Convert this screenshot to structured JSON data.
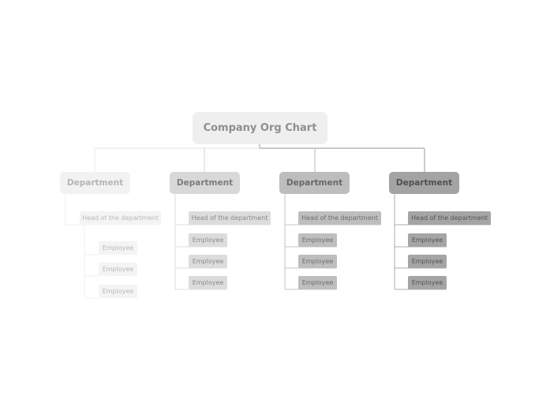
{
  "root": {
    "label": "Company Org Chart"
  },
  "departments": [
    {
      "label": "Department",
      "head": "Head of the department",
      "employees": [
        "Employee",
        "Employee",
        "Employee"
      ]
    },
    {
      "label": "Department",
      "head": "Head of the department",
      "employees": [
        "Employee",
        "Employee",
        "Employee"
      ]
    },
    {
      "label": "Department",
      "head": "Head of the department",
      "employees": [
        "Employee",
        "Employee",
        "Employee"
      ]
    },
    {
      "label": "Department",
      "head": "Head of the department",
      "employees": [
        "Employee",
        "Employee",
        "Employee"
      ]
    }
  ],
  "colors": {
    "root_bg": "#efefef",
    "connector_light": "#e6e6e6",
    "connector_dark": "#a9a9a9"
  }
}
